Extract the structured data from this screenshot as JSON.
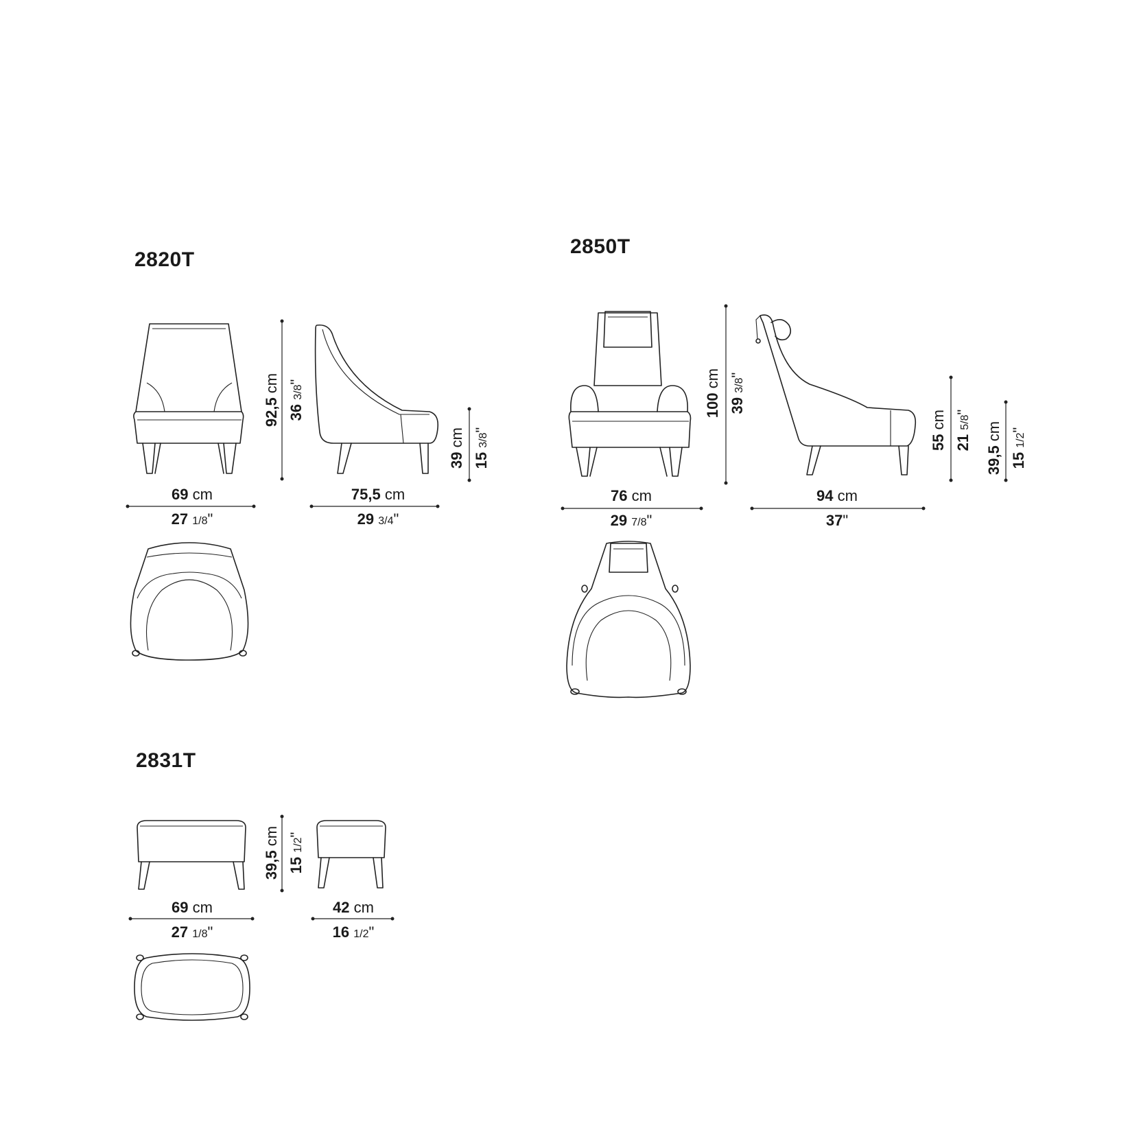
{
  "models": [
    {
      "code": "2820T",
      "front_width": {
        "cm": "69",
        "unit": "cm",
        "inch_whole": "27",
        "inch_frac": "1/8",
        "inch_mark": "\""
      },
      "side_depth": {
        "cm": "75,5",
        "unit": "cm",
        "inch_whole": "29",
        "inch_frac": "3/4",
        "inch_mark": "\""
      },
      "height": {
        "cm": "92,5",
        "unit": "cm",
        "inch_whole": "36",
        "inch_frac": "3/8",
        "inch_mark": "\""
      },
      "seat_height": {
        "cm": "39",
        "unit": "cm",
        "inch_whole": "15",
        "inch_frac": "3/8",
        "inch_mark": "\""
      }
    },
    {
      "code": "2850T",
      "front_width": {
        "cm": "76",
        "unit": "cm",
        "inch_whole": "29",
        "inch_frac": "7/8",
        "inch_mark": "\""
      },
      "side_depth": {
        "cm": "94",
        "unit": "cm",
        "inch_whole": "37",
        "inch_frac": "",
        "inch_mark": "\""
      },
      "height": {
        "cm": "100",
        "unit": "cm",
        "inch_whole": "39",
        "inch_frac": "3/8",
        "inch_mark": "\""
      },
      "arm_height": {
        "cm": "55",
        "unit": "cm",
        "inch_whole": "21",
        "inch_frac": "5/8",
        "inch_mark": "\""
      },
      "seat_height": {
        "cm": "39,5",
        "unit": "cm",
        "inch_whole": "15",
        "inch_frac": "1/2",
        "inch_mark": "\""
      }
    },
    {
      "code": "2831T",
      "front_width": {
        "cm": "69",
        "unit": "cm",
        "inch_whole": "27",
        "inch_frac": "1/8",
        "inch_mark": "\""
      },
      "side_depth": {
        "cm": "42",
        "unit": "cm",
        "inch_whole": "16",
        "inch_frac": "1/2",
        "inch_mark": "\""
      },
      "height": {
        "cm": "39,5",
        "unit": "cm",
        "inch_whole": "15",
        "inch_frac": "1/2",
        "inch_mark": "\""
      }
    }
  ]
}
